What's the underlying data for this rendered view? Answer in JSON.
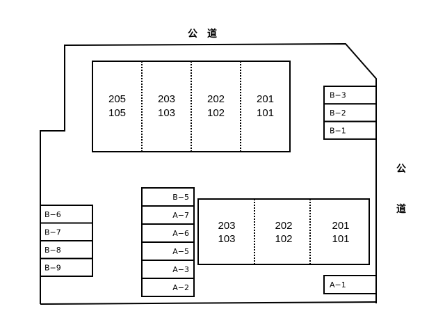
{
  "roads": {
    "top": "公　道",
    "right_1": "公",
    "right_2": "道"
  },
  "building_north": {
    "units": [
      {
        "upper": "205",
        "lower": "105"
      },
      {
        "upper": "203",
        "lower": "103"
      },
      {
        "upper": "202",
        "lower": "102"
      },
      {
        "upper": "201",
        "lower": "101"
      }
    ]
  },
  "building_south": {
    "units": [
      {
        "upper": "203",
        "lower": "103"
      },
      {
        "upper": "202",
        "lower": "102"
      },
      {
        "upper": "201",
        "lower": "101"
      }
    ]
  },
  "parking": {
    "right_top": [
      "B−3",
      "B−2",
      "B−1"
    ],
    "right_bottom": [
      "A−1"
    ],
    "left": [
      "B−6",
      "B−7",
      "B−8",
      "B−9"
    ],
    "center": [
      "B−5",
      "A−7",
      "A−6",
      "A−5",
      "A−3",
      "A−2"
    ]
  }
}
